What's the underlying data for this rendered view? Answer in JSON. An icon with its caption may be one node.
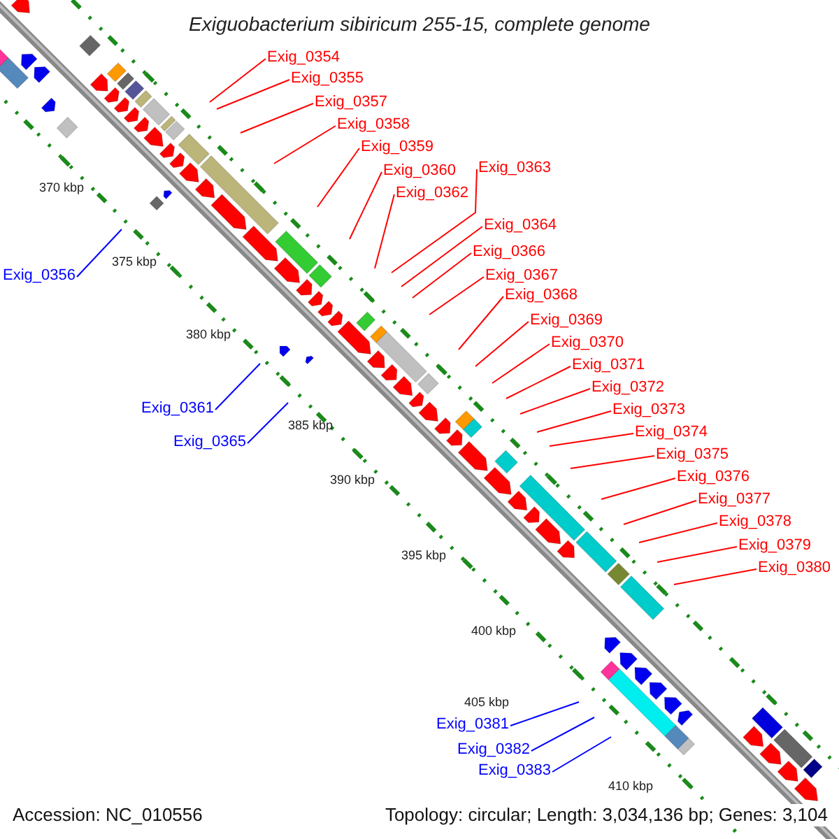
{
  "diagram": {
    "title": "Exiguobacterium sibiricum 255-15, complete genome",
    "nodes": [
      {
        "text": [
          "Exig_0354"
        ]
      },
      {
        "text": [
          "Exig_0355"
        ]
      },
      {
        "text": [
          "Exig_0357"
        ]
      },
      {
        "text": [
          "Exig_0358"
        ]
      },
      {
        "text": [
          "Exig_0359"
        ]
      },
      {
        "text": [
          "Exig_0363"
        ]
      },
      {
        "text": [
          "Exig_0360"
        ]
      },
      {
        "text": [
          "Exig_0362"
        ]
      },
      {
        "text": [
          "Exig_0364"
        ]
      },
      {
        "text": [
          "Exig_0366"
        ]
      },
      {
        "text": [
          "Exig_0356"
        ]
      },
      {
        "text": [
          "Exig_0367"
        ]
      },
      {
        "text": [
          "Exig_0368"
        ]
      },
      {
        "text": [
          "Exig_0369"
        ]
      },
      {
        "text": [
          "Exig_0370"
        ]
      },
      {
        "text": [
          "Exig_0371"
        ]
      },
      {
        "text": [
          "Exig_0372"
        ]
      },
      {
        "text": [
          "Exig_0361"
        ]
      },
      {
        "text": [
          "Exig_0373"
        ]
      },
      {
        "text": [
          "Exig_0374"
        ]
      },
      {
        "text": [
          "Exig_0365"
        ]
      },
      {
        "text": [
          "Exig_0375"
        ]
      },
      {
        "text": [
          "Exig_0376"
        ]
      },
      {
        "text": [
          "Exig_0377"
        ]
      },
      {
        "text": [
          "Exig_0378"
        ]
      },
      {
        "text": [
          "Exig_0379"
        ]
      },
      {
        "text": [
          "Exig_0380"
        ]
      },
      {
        "text": [
          "Exig_0381"
        ]
      },
      {
        "text": [
          "Exig_0382"
        ]
      },
      {
        "text": [
          "Exig_0383"
        ]
      }
    ],
    "edges": [
      {
        "from": 0,
        "to": null,
        "arrow": "none"
      },
      {
        "from": 1,
        "to": null,
        "arrow": "none"
      },
      {
        "from": 2,
        "to": null,
        "arrow": "none"
      },
      {
        "from": 3,
        "to": null,
        "arrow": "none"
      },
      {
        "from": 4,
        "to": null,
        "arrow": "none"
      },
      {
        "from": 5,
        "to": null,
        "arrow": "none"
      },
      {
        "from": 6,
        "to": null,
        "arrow": "none"
      },
      {
        "from": 7,
        "to": null,
        "arrow": "none"
      },
      {
        "from": 8,
        "to": null,
        "arrow": "none"
      },
      {
        "from": 9,
        "to": null,
        "arrow": "none"
      },
      {
        "from": 10,
        "to": null,
        "arrow": "none",
        "color": "#0000ff"
      },
      {
        "from": 11,
        "to": null,
        "arrow": "none"
      },
      {
        "from": 12,
        "to": null,
        "arrow": "none"
      },
      {
        "from": 13,
        "to": null,
        "arrow": "none"
      },
      {
        "from": 14,
        "to": null,
        "arrow": "none"
      },
      {
        "from": 15,
        "to": null,
        "arrow": "none"
      },
      {
        "from": 16,
        "to": null,
        "arrow": "none"
      },
      {
        "from": 17,
        "to": null,
        "arrow": "none",
        "color": "#0000ff"
      },
      {
        "from": 18,
        "to": null,
        "arrow": "none"
      },
      {
        "from": 19,
        "to": null,
        "arrow": "none"
      },
      {
        "from": 20,
        "to": null,
        "arrow": "none",
        "color": "#0000ff"
      },
      {
        "from": 21,
        "to": null,
        "arrow": "none"
      },
      {
        "from": 22,
        "to": null,
        "arrow": "none"
      },
      {
        "from": 23,
        "to": null,
        "arrow": "none"
      },
      {
        "from": 24,
        "to": null,
        "arrow": "none"
      },
      {
        "from": 25,
        "to": null,
        "arrow": "none"
      },
      {
        "from": 26,
        "to": null,
        "arrow": "none"
      },
      {
        "from": 27,
        "to": null,
        "arrow": "none",
        "color": "#0000ff"
      },
      {
        "from": 28,
        "to": null,
        "arrow": "none",
        "color": "#0000ff"
      },
      {
        "from": 29,
        "to": null,
        "arrow": "none",
        "color": "#0000ff"
      }
    ],
    "labels": [
      "370 kbp",
      "375 kbp",
      "380 kbp",
      "385 kbp",
      "390 kbp",
      "395 kbp",
      "400 kbp",
      "405 kbp",
      "410 kbp",
      "Accession: NC_010556",
      "Topology: circular; Length: 3,034,136 bp; Genes: 3,104"
    ]
  }
}
